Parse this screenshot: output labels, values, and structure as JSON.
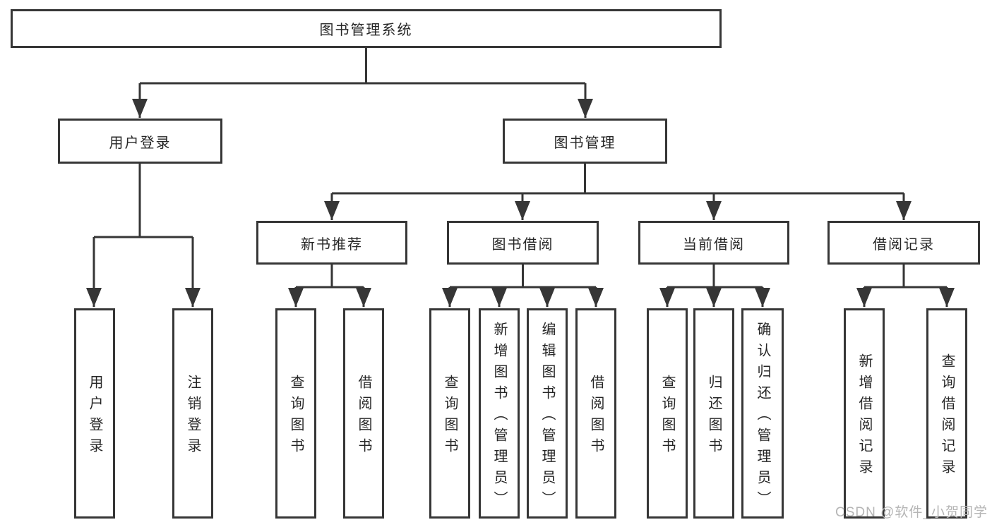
{
  "tree": {
    "label": "图书管理系统",
    "children": [
      {
        "label": "用户登录",
        "children": [
          {
            "label": "用户登录"
          },
          {
            "label": "注销登录"
          }
        ]
      },
      {
        "label": "图书管理",
        "children": [
          {
            "label": "新书推荐",
            "children": [
              {
                "label": "查询图书"
              },
              {
                "label": "借阅图书"
              }
            ]
          },
          {
            "label": "图书借阅",
            "children": [
              {
                "label": "查询图书"
              },
              {
                "label": "新增图书（管理员）"
              },
              {
                "label": "编辑图书（管理员）"
              },
              {
                "label": "借阅图书"
              }
            ]
          },
          {
            "label": "当前借阅",
            "children": [
              {
                "label": "查询图书"
              },
              {
                "label": "归还图书"
              },
              {
                "label": "确认归还（管理员）"
              }
            ]
          },
          {
            "label": "借阅记录",
            "children": [
              {
                "label": "新增借阅记录"
              },
              {
                "label": "查询借阅记录"
              }
            ]
          }
        ]
      }
    ]
  },
  "watermark": {
    "text": "CSDN @软件_小贺同学"
  },
  "colors": {
    "line": "#363636",
    "box_border": "#363636",
    "box_background": "#ffffff",
    "text": "#262626",
    "watermark": "#b5b5b5",
    "background": "#ffffff"
  }
}
